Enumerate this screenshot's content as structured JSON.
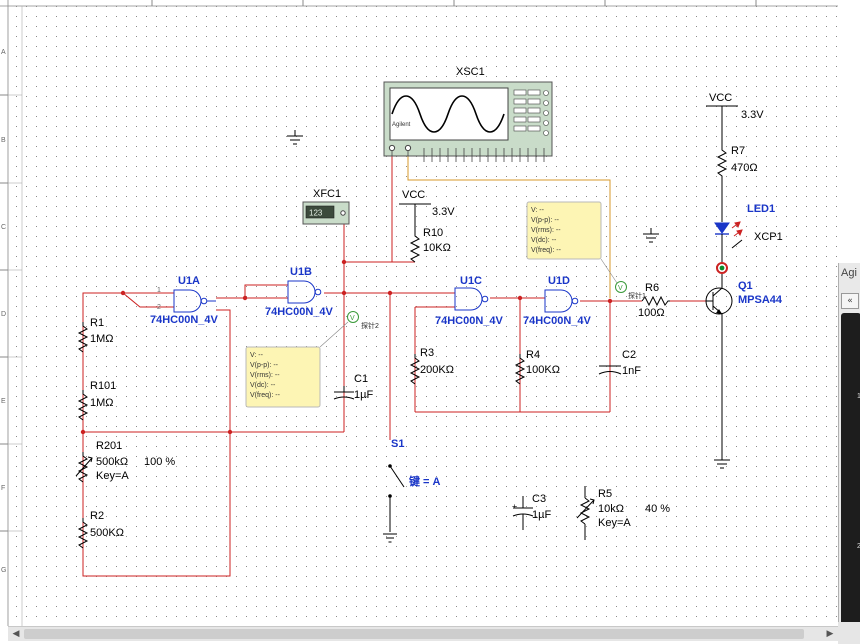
{
  "components": {
    "xsc1": {
      "ref": "XSC1",
      "brand": "Agilent"
    },
    "xfc1": {
      "ref": "XFC1",
      "display": "123"
    },
    "u1a": {
      "ref": "U1A",
      "part": "74HC00N_4V",
      "pin1": "1",
      "pin2": "2"
    },
    "u1b": {
      "ref": "U1B",
      "part": "74HC00N_4V"
    },
    "u1c": {
      "ref": "U1C",
      "part": "74HC00N_4V"
    },
    "u1d": {
      "ref": "U1D",
      "part": "74HC00N_4V"
    },
    "r1": {
      "ref": "R1",
      "value": "1MΩ"
    },
    "r101": {
      "ref": "R101",
      "value": "1MΩ"
    },
    "r201": {
      "ref": "R201",
      "value": "500kΩ",
      "percent": "100 %",
      "key": "Key=A"
    },
    "r2": {
      "ref": "R2",
      "value": "500KΩ"
    },
    "r3": {
      "ref": "R3",
      "value": "200KΩ"
    },
    "r4": {
      "ref": "R4",
      "value": "100KΩ"
    },
    "r5": {
      "ref": "R5",
      "value": "10kΩ",
      "percent": "40 %",
      "key": "Key=A"
    },
    "r6": {
      "ref": "R6",
      "value": "100Ω"
    },
    "r7": {
      "ref": "R7",
      "value": "470Ω"
    },
    "r10": {
      "ref": "R10",
      "value": "10KΩ"
    },
    "c1": {
      "ref": "C1",
      "value": "1µF"
    },
    "c2": {
      "ref": "C2",
      "value": "1nF"
    },
    "c3": {
      "ref": "C3",
      "value": "1µF"
    },
    "s1": {
      "ref": "S1",
      "key": "键 = A"
    },
    "led1": {
      "ref": "LED1"
    },
    "xcp1": {
      "ref": "XCP1"
    },
    "q1": {
      "ref": "Q1",
      "part": "MPSA44"
    },
    "vcc_top": {
      "label": "VCC",
      "value": "3.3V"
    },
    "vcc_mid": {
      "label": "VCC",
      "value": "3.3V"
    }
  },
  "probes": {
    "probe1": {
      "tag": "探针1",
      "lines": [
        "V: --",
        "V(p-p): --",
        "V(rms): --",
        "V(dc): --",
        "V(freq): --"
      ]
    },
    "probe2": {
      "tag": "探针2",
      "lines": [
        "V: --",
        "V(p-p): --",
        "V(rms): --",
        "V(dc): --",
        "V(freq): --"
      ]
    }
  },
  "ruler": {
    "letters": [
      "A",
      "B",
      "C",
      "D",
      "E",
      "F",
      "G"
    ]
  },
  "side_panel": {
    "title": "Agi",
    "button": "«",
    "screen_labels": [
      "1",
      "2"
    ]
  },
  "colors": {
    "wire": "#cc2222",
    "ref": "#1a36c8",
    "scope": "#c9dcc9",
    "probe_box": "#fdf5b4"
  }
}
